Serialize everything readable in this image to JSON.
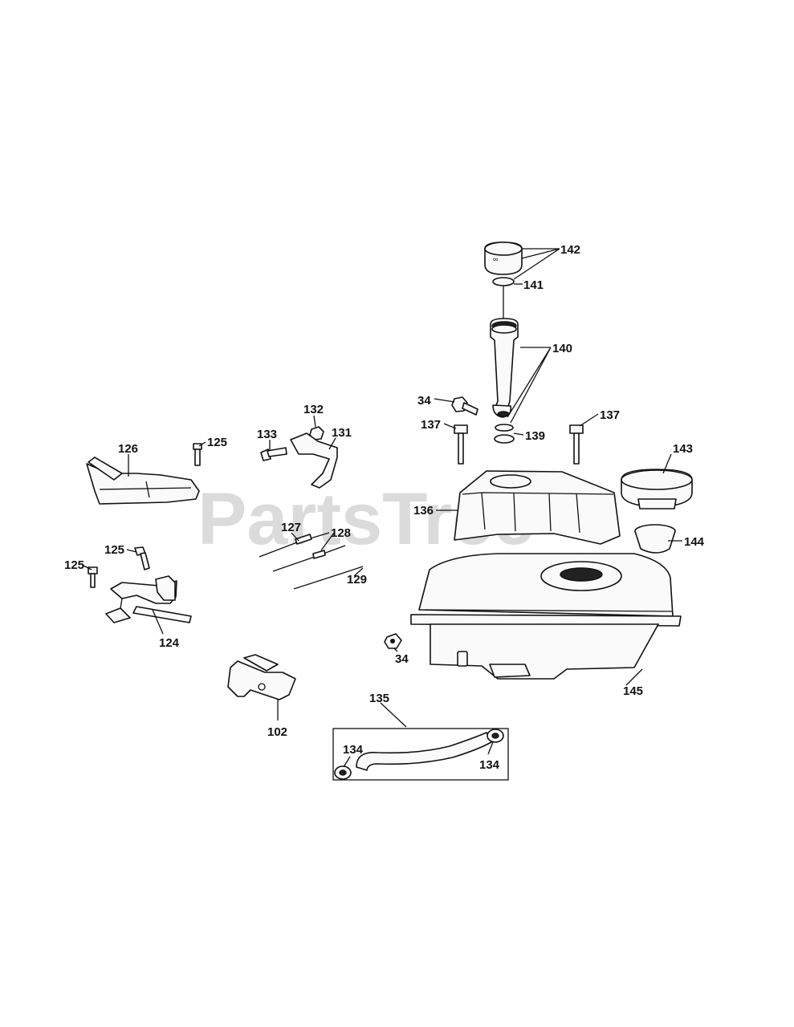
{
  "watermark": {
    "text": "PartsTree",
    "trademark": "™"
  },
  "callouts": {
    "c142": "142",
    "c141": "141",
    "c140": "140",
    "c34a": "34",
    "c137a": "137",
    "c139": "139",
    "c137b": "137",
    "c143": "143",
    "c136": "136",
    "c144": "144",
    "c145": "145",
    "c34b": "34",
    "c135": "135",
    "c134a": "134",
    "c134b": "134",
    "c126": "126",
    "c125a": "125",
    "c133": "133",
    "c132": "132",
    "c131": "131",
    "c127": "127",
    "c128": "128",
    "c129": "129",
    "c125b": "125",
    "c125c": "125",
    "c124": "124",
    "c102": "102"
  }
}
